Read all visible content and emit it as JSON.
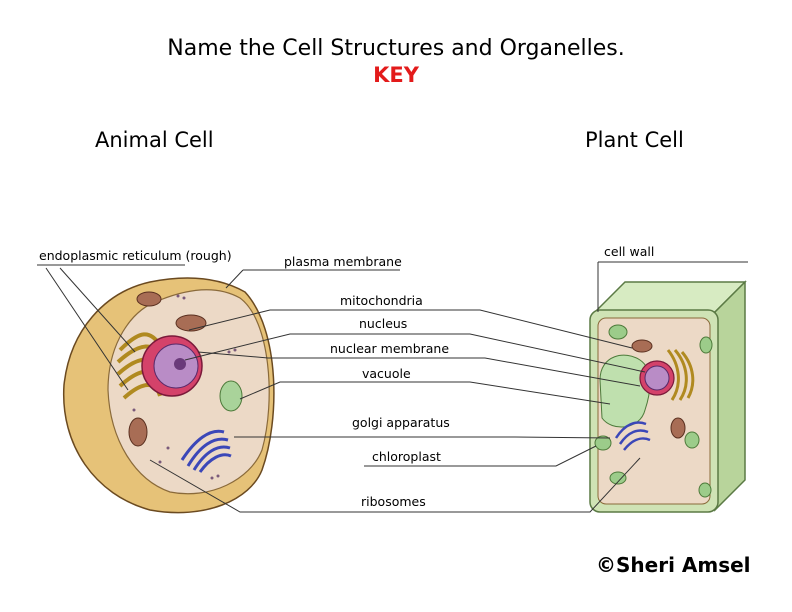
{
  "title": "Name the Cell Structures and Organelles.",
  "subtitle": "KEY",
  "headings": {
    "animal": "Animal Cell",
    "plant": "Plant Cell"
  },
  "labels": {
    "er_rough": "endoplasmic reticulum (rough)",
    "plasma_membrane": "plasma membrane",
    "mitochondria": "mitochondria",
    "nucleus": "nucleus",
    "nuclear_membrane": "nuclear membrane",
    "vacuole": "vacuole",
    "golgi": "golgi apparatus",
    "chloroplast": "chloroplast",
    "ribosomes": "ribosomes",
    "cell_wall": "cell wall"
  },
  "copyright": "©Sheri Amsel",
  "colors": {
    "key": "#e31b1b",
    "cytoplasm": "#ead7c8",
    "membrane": "#e0b95c",
    "plant_wall": "#cfe3b5"
  }
}
